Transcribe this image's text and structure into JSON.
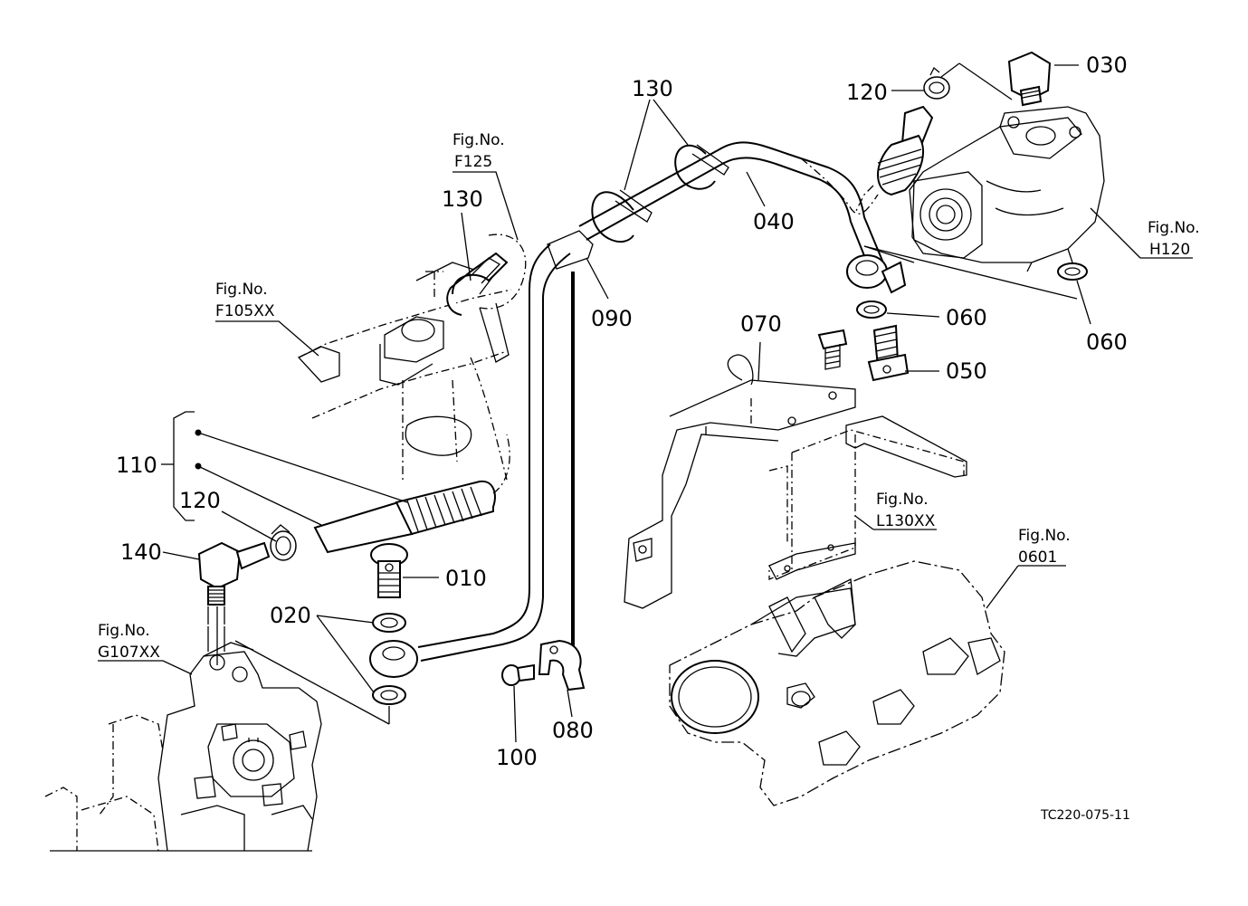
{
  "labels": {
    "p010": "010",
    "p020": "020",
    "p030": "030",
    "p040": "040",
    "p050": "050",
    "p060a": "060",
    "p060b": "060",
    "p070": "070",
    "p080": "080",
    "p090": "090",
    "p100": "100",
    "p110": "110",
    "p120a": "120",
    "p120b": "120",
    "p130a": "130",
    "p130b": "130",
    "p140": "140"
  },
  "fig_refs": {
    "f125_title": "Fig.No.",
    "f125_code": "F125",
    "f105_title": "Fig.No.",
    "f105_code": "F105XX",
    "h120_title": "Fig.No.",
    "h120_code": "H120",
    "l130_title": "Fig.No.",
    "l130_code": "L130XX",
    "f0601_title": "Fig.No.",
    "f0601_code": "0601",
    "g107_title": "Fig.No.",
    "g107_code": "G107XX"
  },
  "drawing_code": "TC220-075-11"
}
